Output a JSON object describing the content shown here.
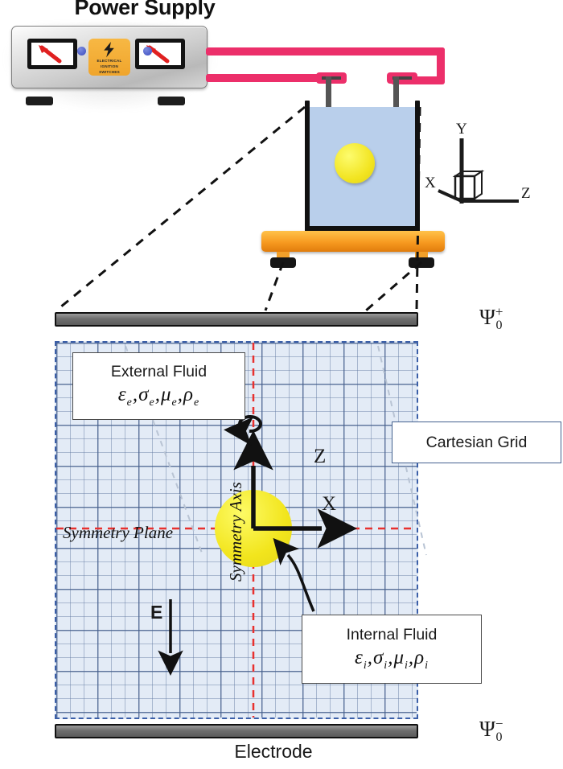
{
  "figure": {
    "power_supply": {
      "title": "Power Supply",
      "label_line1": "ELECTRICAL",
      "label_line2": "IGNITION",
      "label_line3": "SWITCHES",
      "wire_color": "#ec2f6a",
      "body_color": "#cfcfcf",
      "label_color": "#f3a92e"
    },
    "apparatus": {
      "fluid_color": "#b9cfeb",
      "droplet_color": "#f2e420",
      "stage_color": "#f79a20",
      "electrode_rod_color": "#555555"
    },
    "triad": {
      "x": "X",
      "y": "Y",
      "z": "Z"
    },
    "domain": {
      "grid_label": "Cartesian Grid",
      "grid_fill": "#e3ebf6",
      "border_color": "#3b5fa8",
      "symmetry_plane": "Symmetry Plane",
      "symmetry_axis": "Symmetry Axis",
      "symmetry_line_color": "#e8312f",
      "axis_z": "Z",
      "axis_x": "X",
      "field_label": "E"
    },
    "external_fluid": {
      "title": "External Fluid",
      "properties": "εe, σe, μe, ρe",
      "subscript": "e"
    },
    "internal_fluid": {
      "title": "Internal Fluid",
      "properties": "εi, σi, μi, ρi",
      "subscript": "i"
    },
    "electrodes": {
      "top_potential": "Ψ",
      "top_sign": "+",
      "top_subscript": "0",
      "bottom_potential": "Ψ",
      "bottom_sign": "−",
      "bottom_subscript": "0",
      "caption": "Electrode",
      "bar_color": "#6e6e6e"
    }
  }
}
